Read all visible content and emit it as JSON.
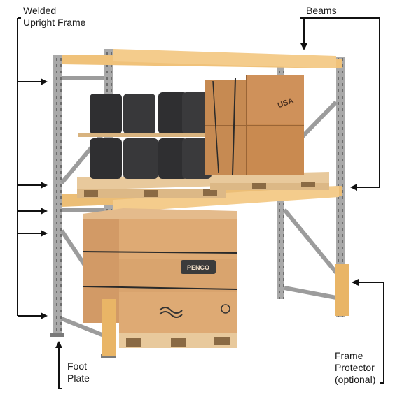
{
  "callouts": {
    "welded_upright_frame": {
      "line1": "Welded",
      "line2": "Upright Frame"
    },
    "beams": {
      "text": "Beams"
    },
    "foot_plate": {
      "line1": "Foot",
      "line2": "Plate"
    },
    "frame_protector": {
      "line1": "Frame",
      "line2": "Protector",
      "line3": "(optional)"
    }
  },
  "labels_on_goods": {
    "crate_marking": "USA",
    "box_brand": "PENCO"
  },
  "colors": {
    "upright": "#a9a9a9",
    "beam": "#f0c27a",
    "protector": "#e9b566",
    "cardboard": "#d9a875",
    "crate": "#c9874d",
    "pallet": "#e8c99c",
    "drum": "#2f2f31",
    "arrow": "#111111"
  }
}
